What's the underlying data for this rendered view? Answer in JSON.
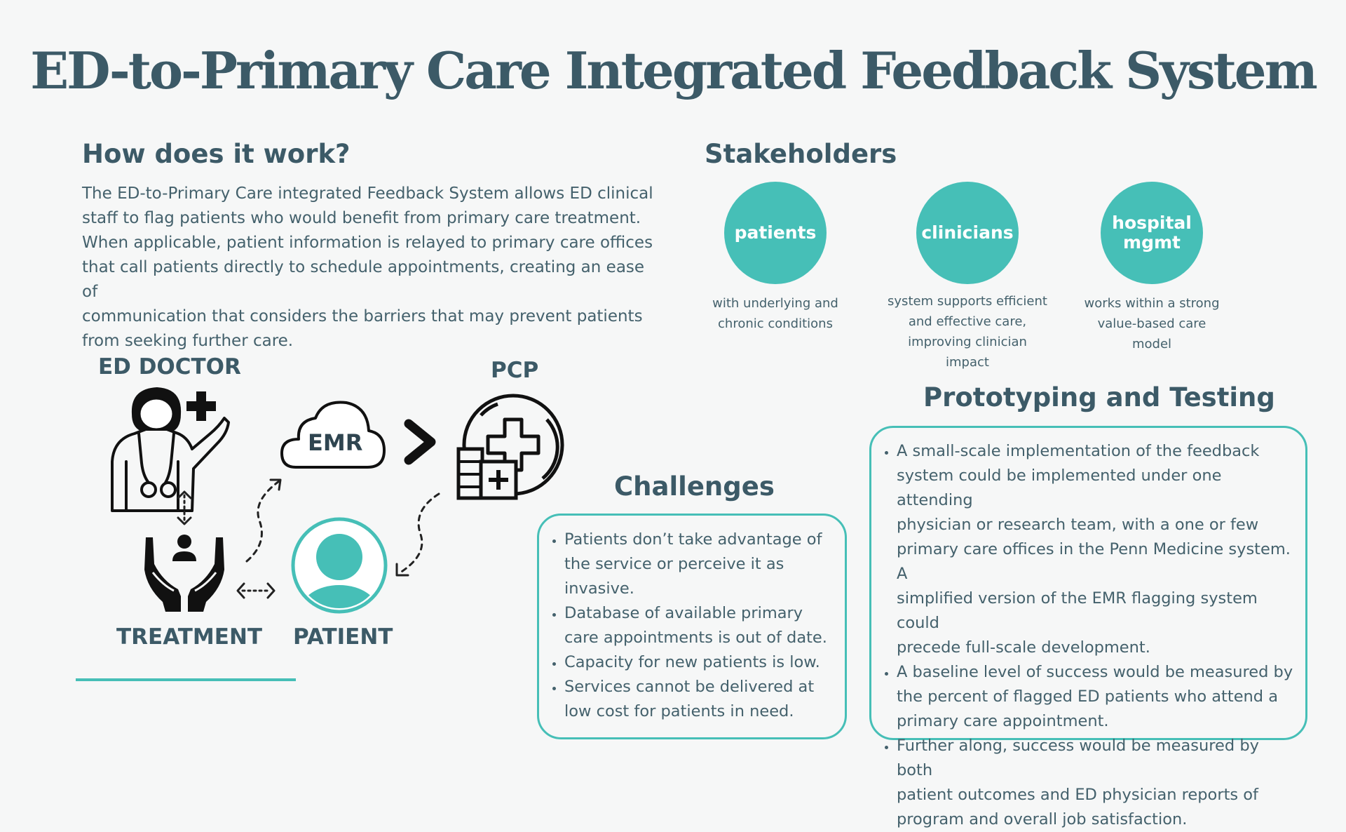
{
  "title": "ED-to-Primary Care Integrated Feedback System",
  "how": {
    "heading": "How does it work?",
    "lines": [
      "The ED-to-Primary Care integrated Feedback System allows ED clinical",
      "staff to flag patients who would benefit from primary care treatment.",
      "When applicable, patient information is relayed to primary care offices",
      "that call patients directly to schedule appointments, creating an ease of",
      "communication that considers the barriers that may prevent patients",
      "from seeking further care."
    ]
  },
  "stakeholders": {
    "heading": "Stakeholders",
    "items": [
      {
        "label": "patients",
        "caption": [
          "with underlying and",
          "chronic conditions"
        ]
      },
      {
        "label": "clinicians",
        "caption": [
          "system supports efficient",
          "and effective care,",
          "improving clinician",
          "impact"
        ]
      },
      {
        "label_lines": [
          "hospital",
          "mgmt"
        ],
        "caption": [
          "works within a strong",
          "value-based care",
          "model"
        ]
      }
    ]
  },
  "diagram": {
    "ed_doctor": "ED DOCTOR",
    "pcp": "PCP",
    "emr": "EMR",
    "treatment": "TREATMENT",
    "patient": "PATIENT"
  },
  "challenges": {
    "heading": "Challenges",
    "items": [
      [
        "Patients don’t take advantage of",
        "the service or perceive it as",
        "invasive."
      ],
      [
        "Database of available primary",
        "care appointments is out of date."
      ],
      [
        "Capacity for new patients is low."
      ],
      [
        "Services cannot be delivered at",
        "low cost for patients in need."
      ]
    ]
  },
  "prototyping": {
    "heading": "Prototyping and Testing",
    "items": [
      [
        "A small-scale implementation of the feedback",
        "system could be implemented under one attending",
        "physician or research team, with a one or few",
        "primary care offices in the Penn Medicine system. A",
        "simplified version of the EMR flagging system could",
        "precede full-scale development."
      ],
      [
        "A baseline level of success would be measured by",
        "the percent of flagged ED patients who attend a",
        "primary care appointment."
      ],
      [
        "Further along, success would be measured by both",
        "patient outcomes and ED physician reports of",
        "program and overall job satisfaction."
      ]
    ]
  },
  "colors": {
    "accent": "#46bfb7",
    "heading": "#3c5a67",
    "text": "#44616c",
    "background": "#f6f7f7"
  }
}
